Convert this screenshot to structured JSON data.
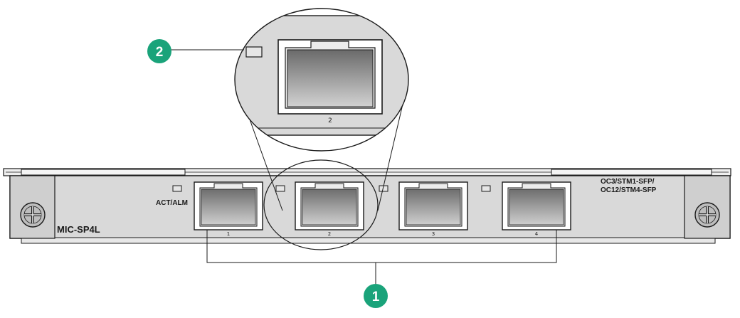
{
  "module": {
    "model": "MIC-SP4L",
    "led_label": "ACT/ALM",
    "port_type_line1": "OC3/STM1-SFP/",
    "port_type_line2": "OC12/STM4-SFP",
    "ports": [
      {
        "label": "1"
      },
      {
        "label": "2"
      },
      {
        "label": "3"
      },
      {
        "label": "4"
      }
    ]
  },
  "zoom": {
    "port_label": "2"
  },
  "callouts": [
    {
      "number": "1"
    },
    {
      "number": "2"
    }
  ],
  "colors": {
    "callout": "#1aa37a",
    "panel": "#d9d9d9",
    "port_dark": "#7a7a7a",
    "port_light": "#c4c4c4",
    "outline": "#1a1a1a"
  }
}
